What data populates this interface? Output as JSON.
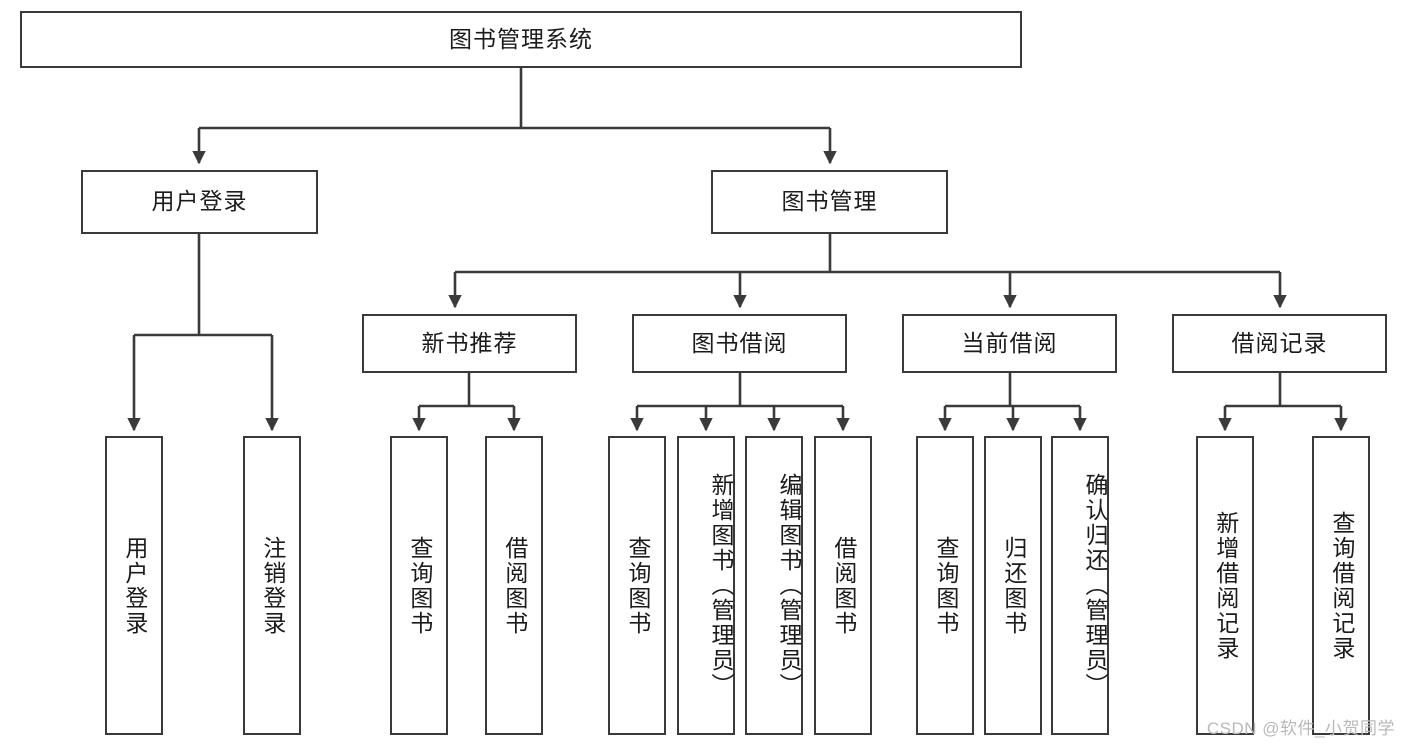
{
  "diagram": {
    "title": "图书管理系统",
    "type": "tree-hierarchy-diagram",
    "root": {
      "id": "root",
      "label": "图书管理系统"
    },
    "level2": [
      {
        "id": "user-login",
        "label": "用户登录"
      },
      {
        "id": "book-manage",
        "label": "图书管理"
      }
    ],
    "level3": [
      {
        "id": "new-book-recommend",
        "label": "新书推荐",
        "parent": "book-manage"
      },
      {
        "id": "book-borrow",
        "label": "图书借阅",
        "parent": "book-manage"
      },
      {
        "id": "current-borrow",
        "label": "当前借阅",
        "parent": "book-manage"
      },
      {
        "id": "borrow-record",
        "label": "借阅记录",
        "parent": "book-manage"
      }
    ],
    "leaves": [
      {
        "id": "leaf-user-login",
        "label": "用户登录",
        "parent": "user-login"
      },
      {
        "id": "leaf-logout-login",
        "label": "注销登录",
        "parent": "user-login"
      },
      {
        "id": "leaf-query-book-1",
        "label": "查询图书",
        "parent": "new-book-recommend"
      },
      {
        "id": "leaf-borrow-book-1",
        "label": "借阅图书",
        "parent": "new-book-recommend"
      },
      {
        "id": "leaf-query-book-2",
        "label": "查询图书",
        "parent": "book-borrow"
      },
      {
        "id": "leaf-add-book",
        "label": "新增图书（管理员）",
        "parent": "book-borrow"
      },
      {
        "id": "leaf-edit-book",
        "label": "编辑图书（管理员）",
        "parent": "book-borrow"
      },
      {
        "id": "leaf-borrow-book-2",
        "label": "借阅图书",
        "parent": "book-borrow"
      },
      {
        "id": "leaf-query-book-3",
        "label": "查询图书",
        "parent": "current-borrow"
      },
      {
        "id": "leaf-return-book",
        "label": "归还图书",
        "parent": "current-borrow"
      },
      {
        "id": "leaf-confirm-return",
        "label": "确认归还（管理员）",
        "parent": "current-borrow"
      },
      {
        "id": "leaf-add-record",
        "label": "新增借阅记录",
        "parent": "borrow-record"
      },
      {
        "id": "leaf-query-record",
        "label": "查询借阅记录",
        "parent": "borrow-record"
      }
    ]
  },
  "watermark": {
    "text": "CSDN @软件_小贺同学"
  },
  "colors": {
    "stroke": "#3a3a3a",
    "fill": "#ffffff",
    "text": "#1b1b1b",
    "watermark": "#b9b9b9"
  }
}
